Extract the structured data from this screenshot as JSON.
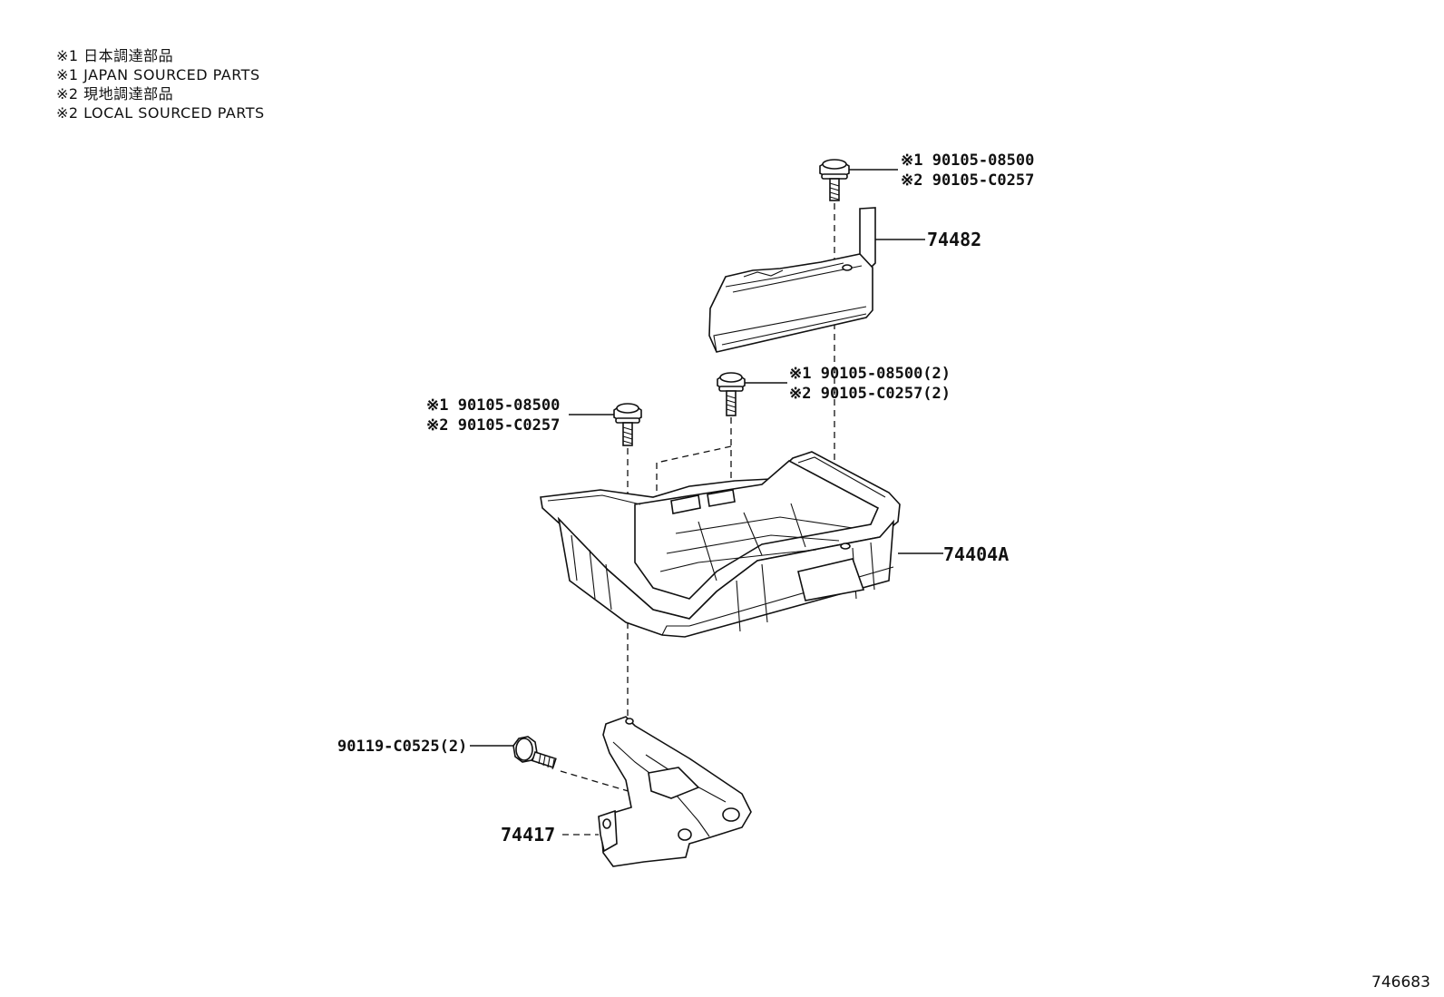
{
  "legend": [
    "※1 日本調達部品",
    "※1 JAPAN SOURCED PARTS",
    "※2 現地調達部品",
    "※2 LOCAL SOURCED PARTS"
  ],
  "callouts": {
    "bolt_top_right": {
      "line1": "※1 90105-08500",
      "line2": "※2 90105-C0257"
    },
    "bolt_middle": {
      "line1": "※1 90105-08500(2)",
      "line2": "※2 90105-C0257(2)"
    },
    "bolt_left": {
      "line1": "※1 90105-08500",
      "line2": "※2 90105-C0257"
    },
    "bracket_cover": "74482",
    "battery_tray": "74404A",
    "bolt_bottom": "90119-C0525(2)",
    "bracket_lower": "74417"
  },
  "figure_number": "746683"
}
